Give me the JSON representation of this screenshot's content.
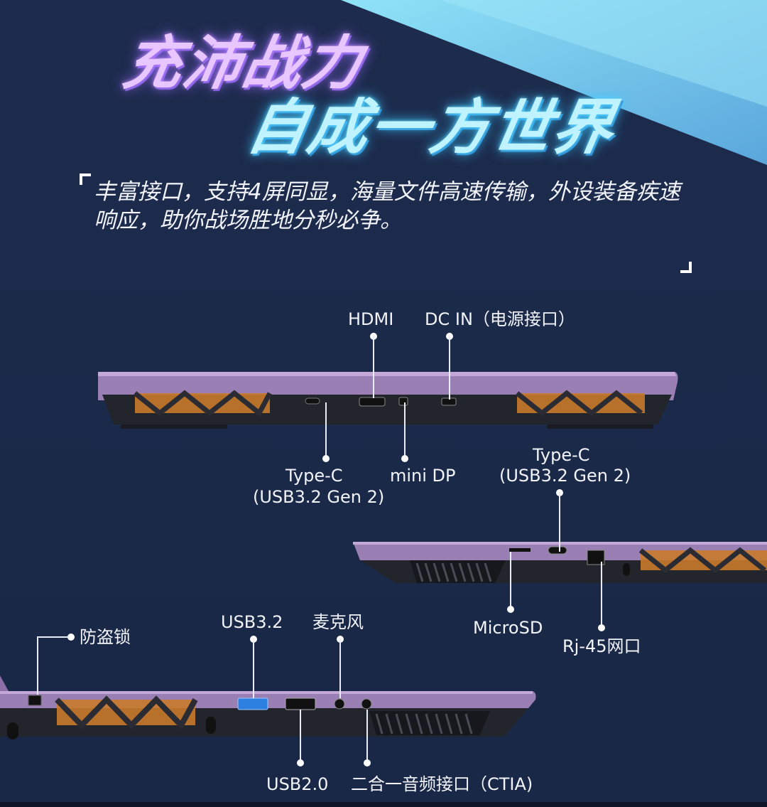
{
  "headline": {
    "line1": "充沛战力",
    "line2": "自成一方世界"
  },
  "intro": {
    "text": "丰富接口，支持4屏同显，海量文件高速传输，外设装备疾速响应，助你战场胜地分秒必争。"
  },
  "ports": {
    "rear": {
      "hdmi": "HDMI",
      "dc_in": "DC IN（电源接口）",
      "typec_line1": "Type-C",
      "typec_line2": "(USB3.2 Gen 2)",
      "mini_dp": "mini DP"
    },
    "right": {
      "typec_line1": "Type-C",
      "typec_line2": "(USB3.2 Gen 2)",
      "microsd": "MicroSD",
      "rj45": "Rj-45网口"
    },
    "left": {
      "lock": "防盗锁",
      "usb32": "USB3.2",
      "mic": "麦克风",
      "usb20": "USB2.0",
      "audio": "二合一音频接口（CTIA)"
    }
  },
  "colors": {
    "background": "#1c2a4c",
    "accent_band": "#6ed0ef",
    "chassis_purple": "#8b6fa6",
    "vent_orange": "#e88a2a"
  }
}
